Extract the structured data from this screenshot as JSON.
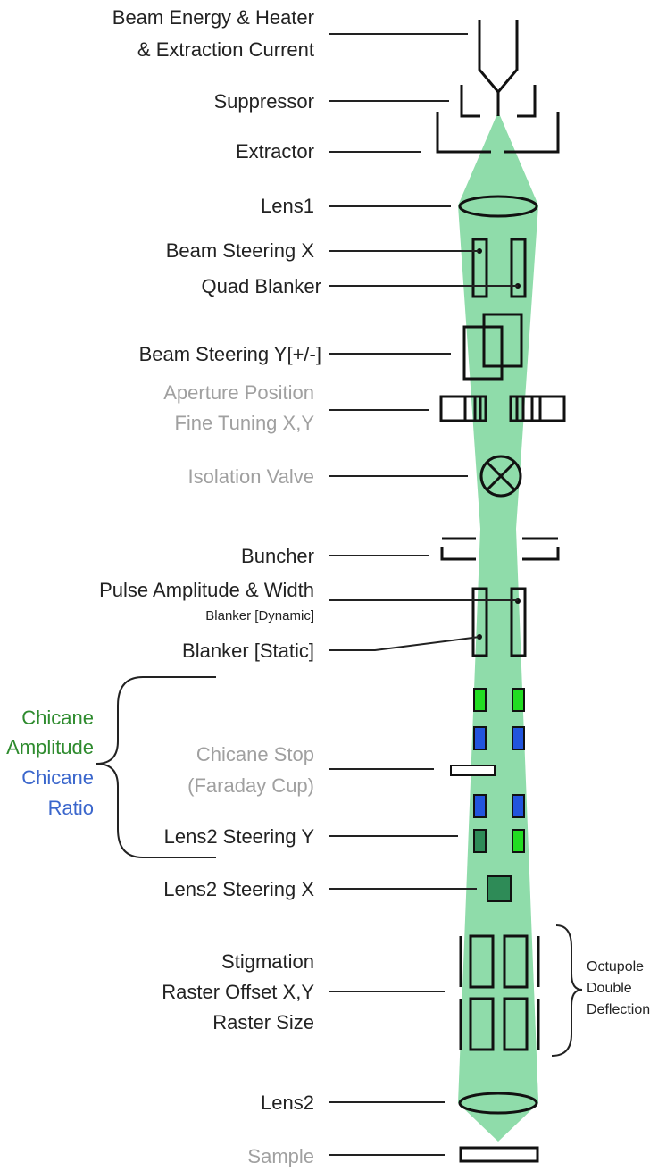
{
  "labels": {
    "beam_energy_1": "Beam Energy & Heater",
    "beam_energy_2": "& Extraction Current",
    "suppressor": "Suppressor",
    "extractor": "Extractor",
    "lens1": "Lens1",
    "beam_steering_x": "Beam Steering X",
    "quad_blanker": "Quad Blanker",
    "beam_steering_y": "Beam Steering Y[+/-]",
    "aperture_1": "Aperture Position",
    "aperture_2": "Fine Tuning X,Y",
    "isolation_valve": "Isolation Valve",
    "buncher": "Buncher",
    "pulse_amplitude": "Pulse Amplitude & Width",
    "blanker_dynamic": "Blanker [Dynamic]",
    "blanker_static": "Blanker [Static]",
    "chicane": "Chicane",
    "amplitude": "Amplitude",
    "chicane_blue": "Chicane",
    "ratio": "Ratio",
    "chicane_stop_1": "Chicane Stop",
    "chicane_stop_2": "(Faraday Cup)",
    "lens2_steering_y": "Lens2 Steering Y",
    "lens2_steering_x": "Lens2 Steering X",
    "stigmation": "Stigmation",
    "raster_offset": "Raster Offset X,Y",
    "raster_size": "Raster Size",
    "octupole_1": "Octupole",
    "octupole_2": "Double",
    "octupole_3": "Deflection",
    "lens2": "Lens2",
    "sample": "Sample"
  },
  "colors": {
    "beam": "#8fdcaa",
    "chicane_amplitude": "#2e8b2e",
    "chicane_ratio": "#3a66cc",
    "inactive": "#a0a0a0",
    "green_plate": "#22dd22",
    "dark_green_plate": "#2e8b57",
    "blue_plate": "#2255dd"
  }
}
